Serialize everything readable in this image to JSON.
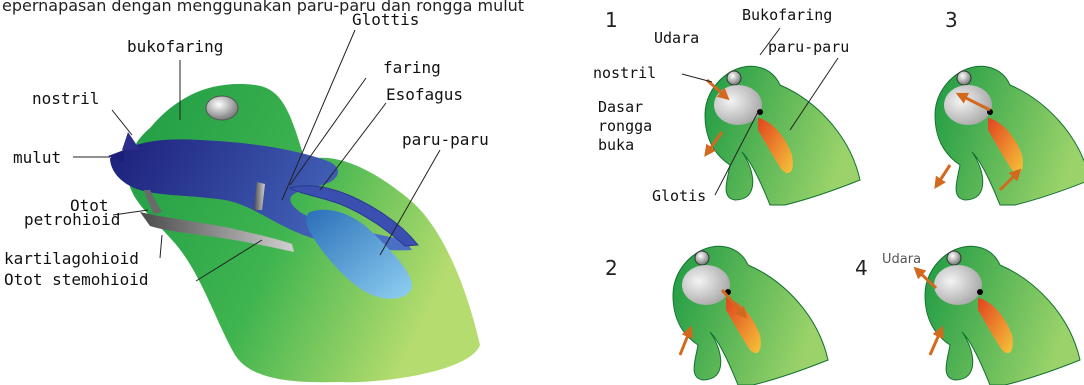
{
  "header": {
    "cropped_text": "epernapasan dengan menggunakan paru-paru dan rongga mulut"
  },
  "left_diagram": {
    "labels": {
      "bukofaring": "bukofaring",
      "glottis": "Glottis",
      "faring": "faring",
      "esofagus": "Esofagus",
      "paru_paru": "paru-paru",
      "nostril": "nostril",
      "mulut": "mulut",
      "otot_petrohioid_1": "Otot",
      "otot_petrohioid_2": "petrohioid",
      "kartilagohioid": "kartilagohioid",
      "otot_stemohioid": "Otot stemohioid"
    }
  },
  "right_diagram": {
    "steps": [
      "1",
      "2",
      "3",
      "4"
    ],
    "labels": {
      "bukofaring": "Bukofaring",
      "udara": "Udara",
      "paru_paru": "paru-paru",
      "nostril": "nostril",
      "dasar_1": "Dasar",
      "dasar_2": "rongga",
      "dasar_3": "buka",
      "glotis": "Glotis",
      "udara_out": "Udara"
    }
  },
  "colors": {
    "frog_green": "#22a84a",
    "frog_light": "#a8d86a",
    "buccal_blue": "#2b2e8c",
    "lung_blue": "#3d8fd8",
    "arrow_orange": "#d2691e",
    "lung_orange": "#e86a2a"
  }
}
